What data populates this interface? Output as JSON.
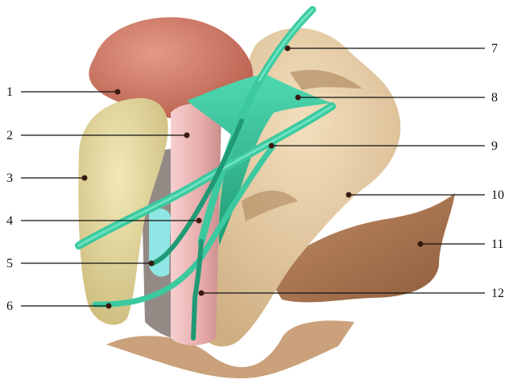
{
  "labels": {
    "l1": "1",
    "l2": "2",
    "l3": "3",
    "l4": "4",
    "l5": "5",
    "l6": "6",
    "l7": "7",
    "l8": "8",
    "l9": "9",
    "l10": "10",
    "l11": "11",
    "l12": "12"
  },
  "colors": {
    "background": "#ffffff",
    "vessel_green": "#3cc9a0",
    "vessel_green_dark": "#1f9a75",
    "tissue_tan": "#e9cfa6",
    "tissue_yellow": "#e7dca0",
    "tissue_pink": "#f0b9b8",
    "tissue_salmon": "#d57f6b",
    "tissue_brown": "#b07a52",
    "leader_line": "#111111"
  }
}
